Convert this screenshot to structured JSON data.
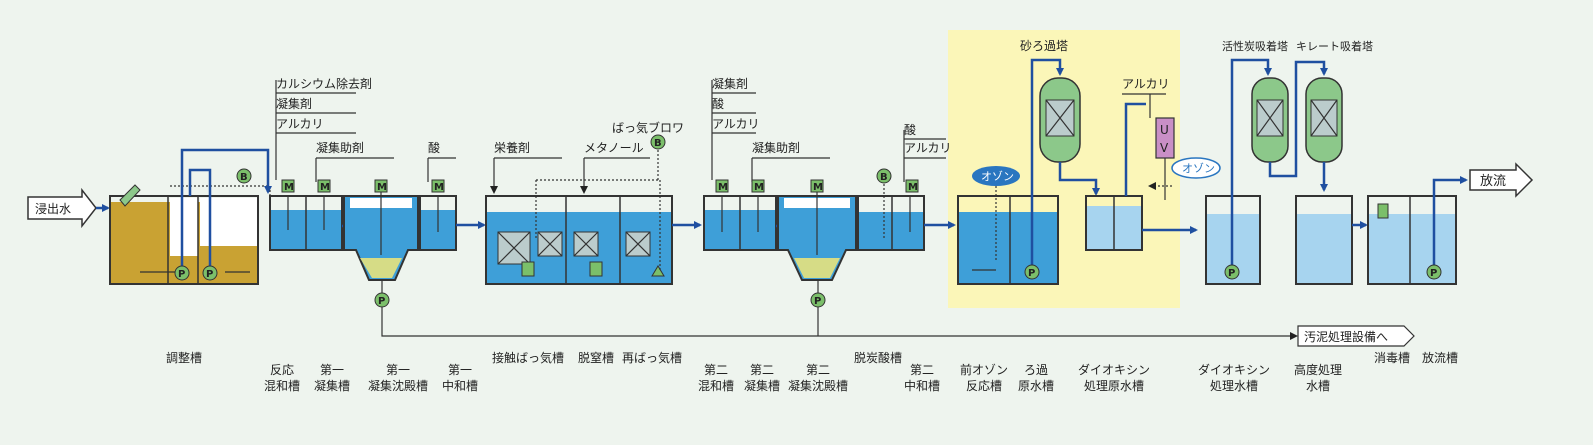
{
  "colors": {
    "background": "#eef4ee",
    "highlight": "#fbf6b8",
    "pipe": "#1f4fa0",
    "water": "#3e9fd8",
    "light_water": "#a7d4ef",
    "sludge": "#c9a233",
    "badge": "#7bbf6a",
    "ozone": "#2a76c0",
    "uv": "#c98fc6",
    "filter": "#8cc88a"
  },
  "flow": {
    "inlet": "浸出水",
    "outlet": "放流",
    "sludge": "汚泥処理設備へ"
  },
  "badges": {
    "motor": "M",
    "pump": "P",
    "blower": "B"
  },
  "chemicals": {
    "calcium_remover": "カルシウム除去剤",
    "coagulant": "凝集剤",
    "alkali": "アルカリ",
    "coagulant_aid": "凝集助剤",
    "acid": "酸",
    "nutrient": "栄養剤",
    "methanol": "メタノール",
    "aeration_blower": "ばっ気ブロワ",
    "coagulant2": "凝集剤",
    "acid2": "酸",
    "alkali2": "アルカリ",
    "coagulant_aid2": "凝集助剤",
    "acid3": "酸",
    "alkali3": "アルカリ",
    "alkali4": "アルカリ"
  },
  "equipment": {
    "sand_filter": "砂ろ過塔",
    "activated_carbon": "活性炭吸着塔",
    "chelate": "キレート吸着塔",
    "ozone1": "オゾン",
    "ozone2": "オゾン",
    "uv_1": "U",
    "uv_2": "V"
  },
  "stages": [
    {
      "l1": "",
      "l2": "調整槽"
    },
    {
      "l1": "反応",
      "l2": "混和槽"
    },
    {
      "l1": "第一",
      "l2": "凝集槽"
    },
    {
      "l1": "第一",
      "l2": "凝集沈殿槽"
    },
    {
      "l1": "第一",
      "l2": "中和槽"
    },
    {
      "l1": "",
      "l2": "接触ばっ気槽"
    },
    {
      "l1": "",
      "l2": "脱窒槽"
    },
    {
      "l1": "",
      "l2": "再ばっ気槽"
    },
    {
      "l1": "第二",
      "l2": "混和槽"
    },
    {
      "l1": "第二",
      "l2": "凝集槽"
    },
    {
      "l1": "第二",
      "l2": "凝集沈殿槽"
    },
    {
      "l1": "",
      "l2": "脱炭酸槽"
    },
    {
      "l1": "第二",
      "l2": "中和槽"
    },
    {
      "l1": "前オゾン",
      "l2": "反応槽"
    },
    {
      "l1": "ろ過",
      "l2": "原水槽"
    },
    {
      "l1": "ダイオキシン",
      "l2": "処理原水槽"
    },
    {
      "l1": "ダイオキシン",
      "l2": "処理水槽"
    },
    {
      "l1": "高度処理",
      "l2": "水槽"
    },
    {
      "l1": "",
      "l2": "消毒槽"
    },
    {
      "l1": "",
      "l2": "放流槽"
    }
  ]
}
